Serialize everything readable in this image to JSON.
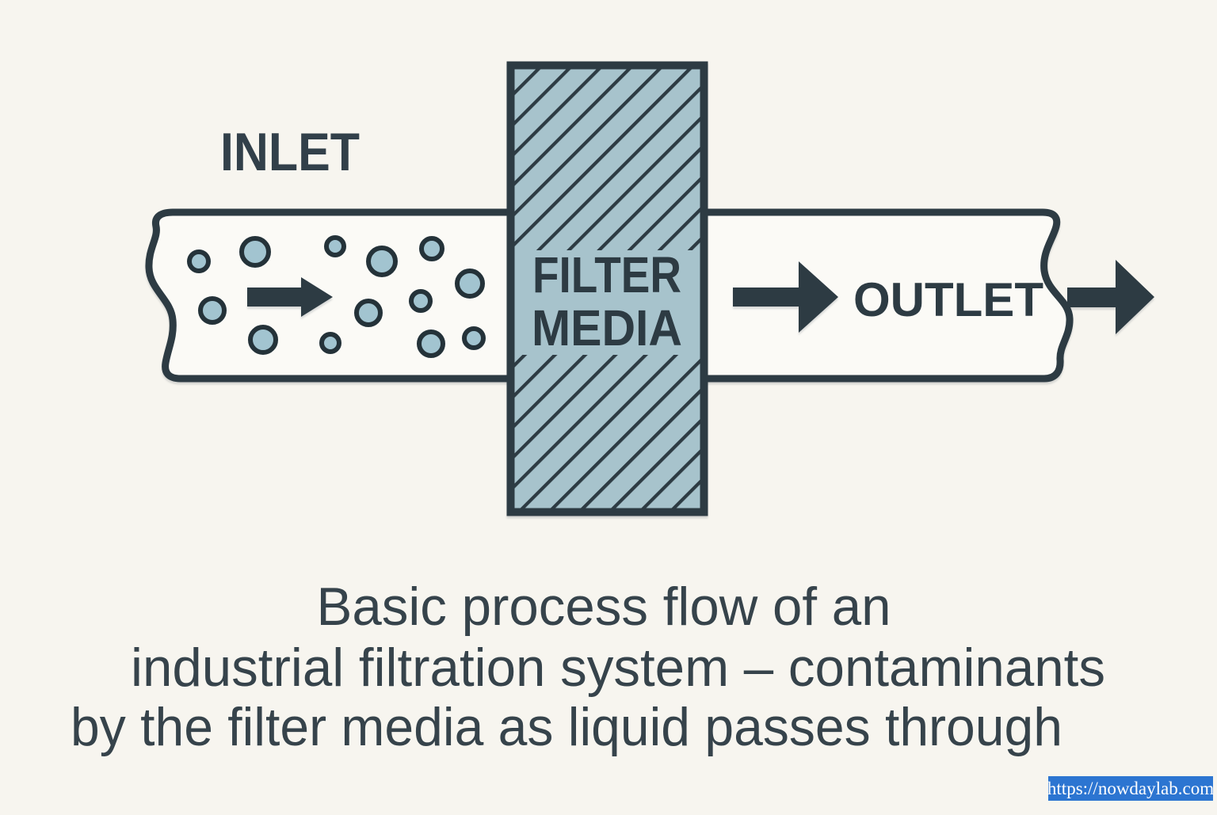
{
  "colors": {
    "background": "#f7f5ef",
    "ink": "#2d3b43",
    "pipe_fill": "#fbfaf6",
    "filter_fill": "#a7c3cc",
    "particle_fill": "#a2c4d0",
    "caption_text": "#36434b",
    "watermark_bg": "#2c75d1",
    "watermark_text": "#ffffff"
  },
  "diagram": {
    "inlet_label": "INLET",
    "outlet_label": "OUTLET",
    "filter_label_line1": "FILTER",
    "filter_label_line2": "MEDIA",
    "flow_direction": "left-to-right",
    "particle_count": 13,
    "icons": {
      "flow_arrow_inlet": "right-arrow-icon",
      "flow_arrow_outlet": "right-arrow-icon",
      "flow_arrow_exit": "right-arrow-icon"
    }
  },
  "caption": {
    "line1": "Basic process flow of an",
    "line2": "industrial filtration system – contaminants",
    "line3": "by the filter media as liquid passes through"
  },
  "watermark": {
    "url": "https://nowdaylab.com"
  }
}
